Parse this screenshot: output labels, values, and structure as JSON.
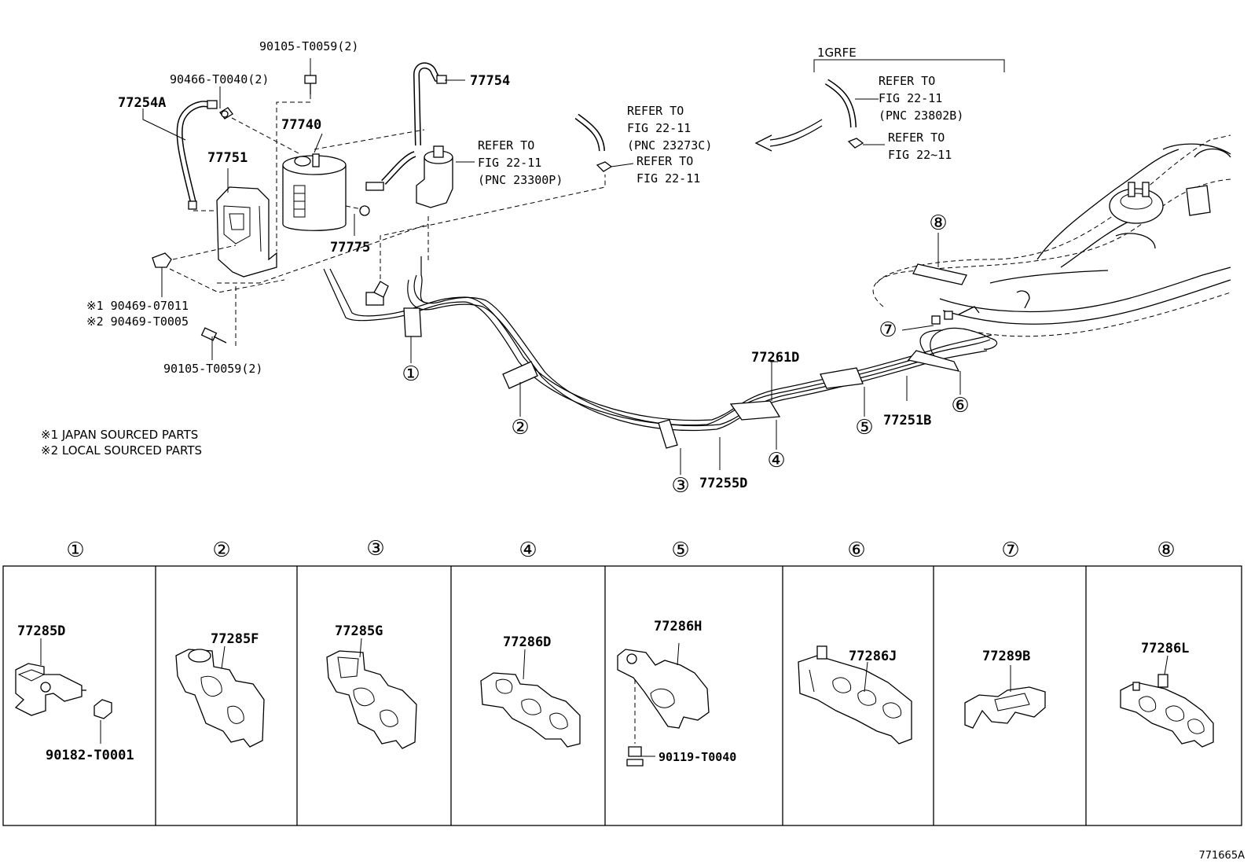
{
  "diagram_id": "771665A",
  "notes": {
    "japan": "※1 JAPAN SOURCED PARTS",
    "local": "※2 LOCAL SOURCED PARTS"
  },
  "top_labels": {
    "bolt_top": "90105-T0059(2)",
    "clamp": "90466-T0040(2)",
    "hose": "77254A",
    "canister": "77740",
    "bracket": "77751",
    "pipe_top": "77754",
    "vsv_hose": "77775",
    "clip_japan": "※1 90469-07011",
    "clip_local": "※2 90469-T0005",
    "bolt_bottom": "90105-T0059(2)"
  },
  "refers": {
    "r1": [
      "REFER TO",
      "FIG 22-11",
      "(PNC 23300P)"
    ],
    "r2": [
      "REFER TO",
      "FIG 22-11",
      "(PNC 23273C)"
    ],
    "r3": [
      "REFER TO",
      "FIG 22-11"
    ],
    "r4": [
      "REFER TO",
      "FIG 22-11",
      "(PNC 23802B)"
    ],
    "r5": [
      "REFER TO",
      "FIG 22~11"
    ]
  },
  "engine_label": "1GRFE",
  "pipe_labels": {
    "p1": "77261D",
    "p2": "77251B",
    "p3": "77255D"
  },
  "circles": [
    "①",
    "②",
    "③",
    "④",
    "⑤",
    "⑥",
    "⑦",
    "⑧"
  ],
  "panels": [
    {
      "num": "①",
      "parts": [
        "77285D",
        "90182-T0001"
      ]
    },
    {
      "num": "②",
      "parts": [
        "77285F"
      ]
    },
    {
      "num": "③",
      "parts": [
        "77285G"
      ]
    },
    {
      "num": "④",
      "parts": [
        "77286D"
      ]
    },
    {
      "num": "⑤",
      "parts": [
        "77286H",
        "90119-T0040"
      ]
    },
    {
      "num": "⑥",
      "parts": [
        "77286J"
      ]
    },
    {
      "num": "⑦",
      "parts": [
        "77289B"
      ]
    },
    {
      "num": "⑧",
      "parts": [
        "77286L"
      ]
    }
  ]
}
